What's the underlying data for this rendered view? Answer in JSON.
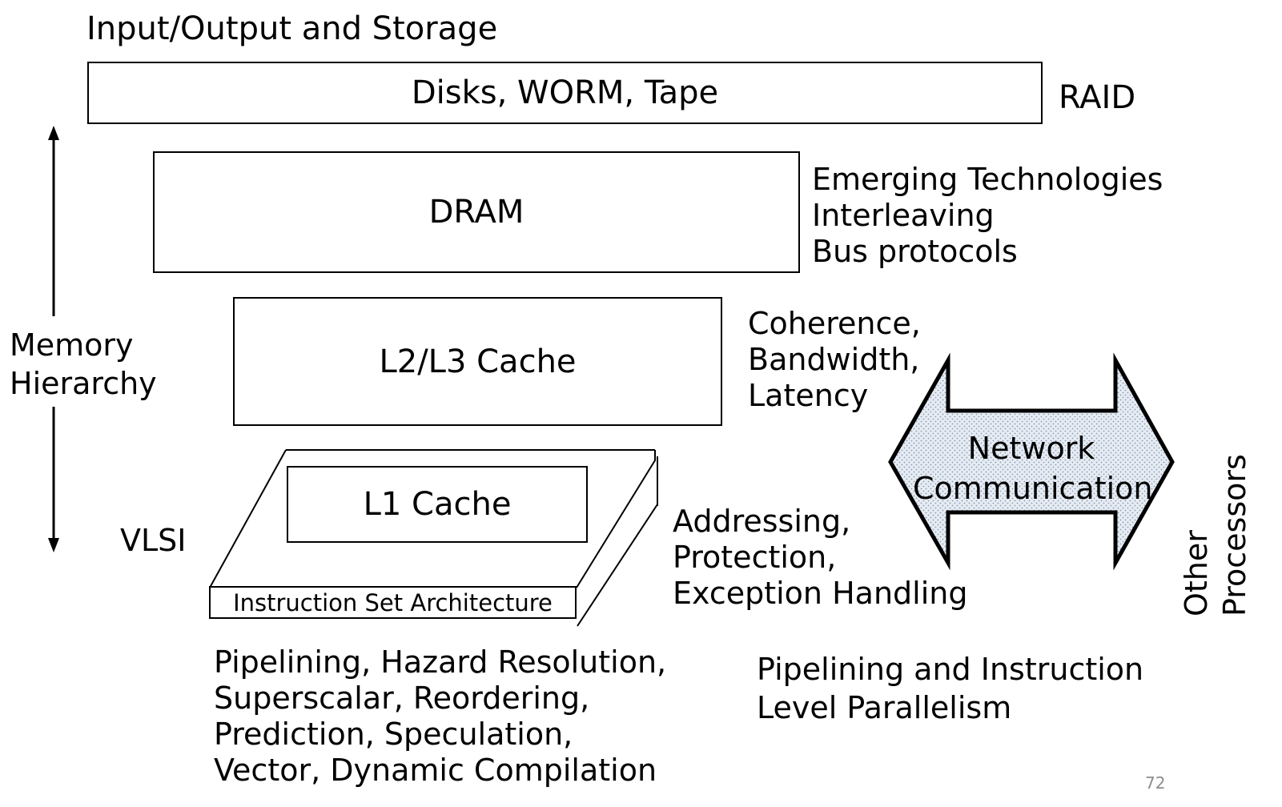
{
  "title": "Input/Output and Storage",
  "layers": {
    "storage": {
      "label": "Disks, WORM, Tape",
      "note": "RAID"
    },
    "dram": {
      "label": "DRAM",
      "notes": [
        "Emerging Technologies",
        "Interleaving",
        "Bus protocols"
      ]
    },
    "l2l3": {
      "label": "L2/L3 Cache",
      "notes": [
        "Coherence,",
        "Bandwidth,",
        "Latency"
      ]
    },
    "l1": {
      "label": "L1 Cache",
      "notes": [
        "Addressing,",
        "Protection,",
        "Exception Handling"
      ]
    },
    "isa": {
      "label": "Instruction Set Architecture"
    }
  },
  "memory_hierarchy": [
    "Memory",
    "Hierarchy"
  ],
  "vlsi": "VLSI",
  "network": {
    "lines": [
      "Network",
      "Communication"
    ],
    "fill": "#dbe4ee"
  },
  "other_processors": [
    "Other",
    "Processors"
  ],
  "bottom_left": [
    "Pipelining, Hazard Resolution,",
    "Superscalar, Reordering,",
    "Prediction, Speculation,",
    "Vector, Dynamic Compilation"
  ],
  "bottom_right": [
    "Pipelining and Instruction",
    "Level Parallelism"
  ],
  "page_number": "72"
}
